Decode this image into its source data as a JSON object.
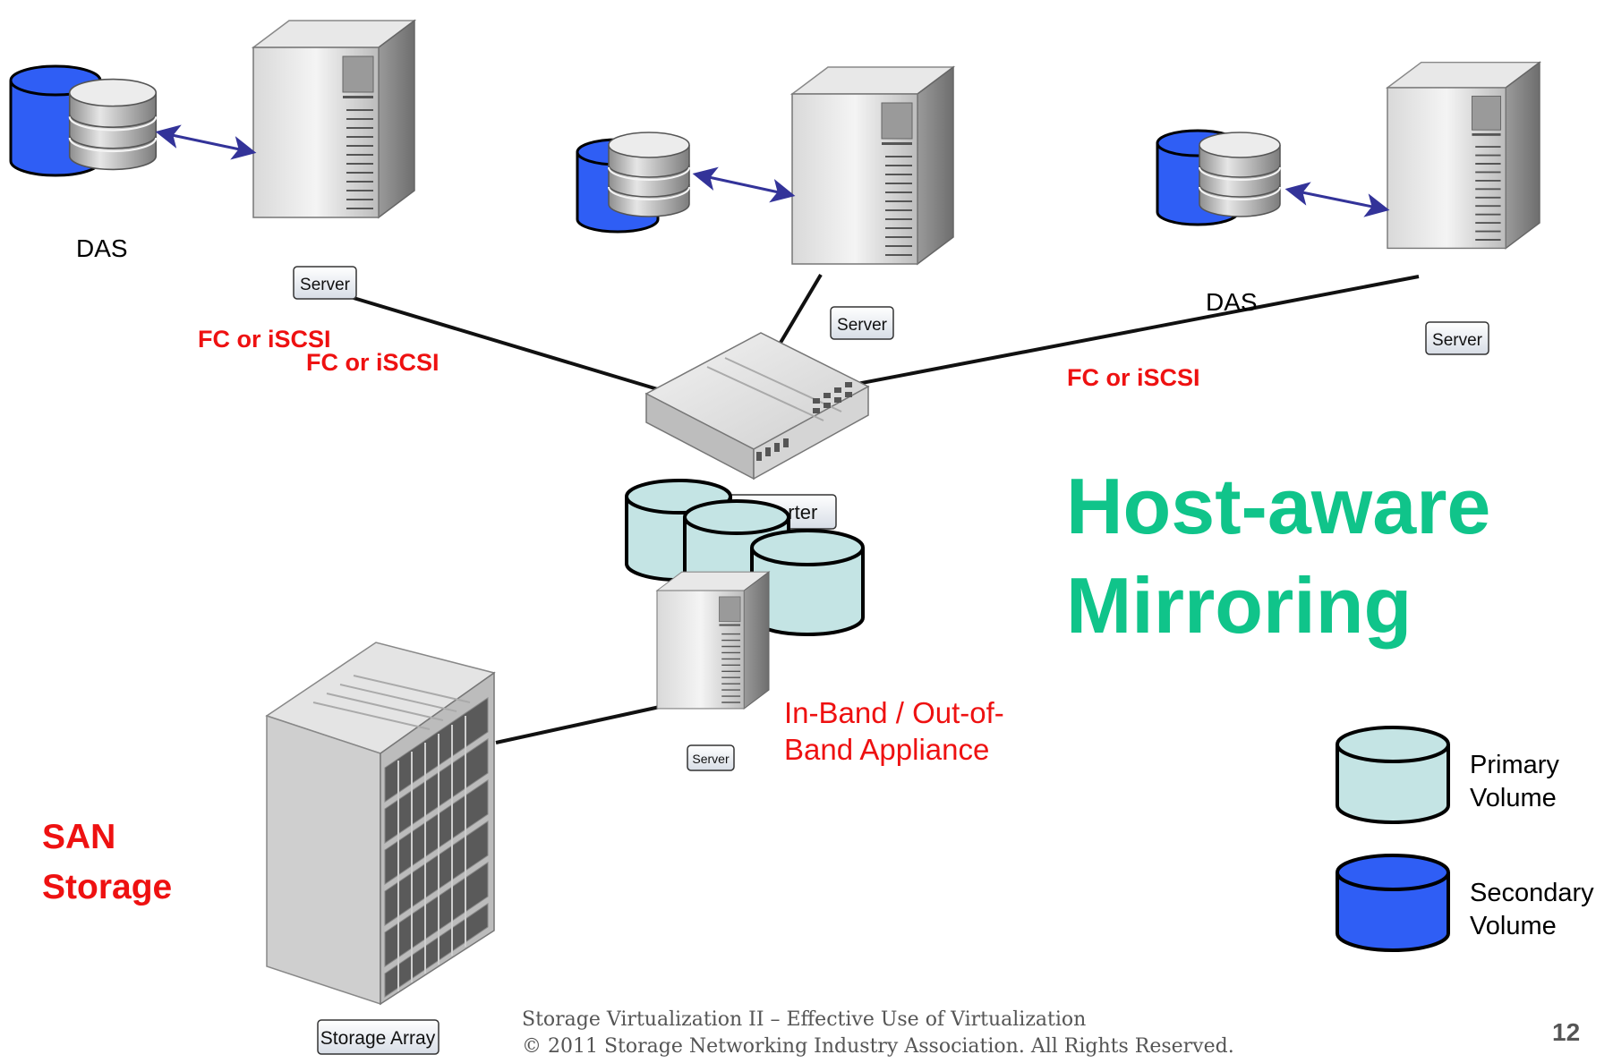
{
  "title": {
    "line1": "Host-aware",
    "line2": "Mirroring"
  },
  "das_labels": [
    "DAS",
    "DAS"
  ],
  "protocol_labels": [
    "FC or iSCSI",
    "FC or iSCSI",
    "FC or iSCSI"
  ],
  "tags": {
    "server": "Server",
    "converter": "Converter",
    "storage_array": "Storage Array"
  },
  "appliance": {
    "line1": "In-Band / Out-of-",
    "line2": "Band Appliance"
  },
  "san_storage": {
    "line1": "SAN",
    "line2": "Storage"
  },
  "legend": {
    "primary": {
      "line1": "Primary",
      "line2": "Volume",
      "color": "#c4e4e4"
    },
    "secondary": {
      "line1": "Secondary",
      "line2": "Volume",
      "color": "#2f5ef5"
    }
  },
  "footer": {
    "line1": "Storage Virtualization II – Effective Use of Virtualization",
    "line2": "© 2011 Storage Networking Industry Association. All Rights Reserved."
  },
  "page_number": "12",
  "colors": {
    "accent_title": "#10c48a",
    "alert_red": "#ee1111",
    "link_arrow": "#333399"
  }
}
